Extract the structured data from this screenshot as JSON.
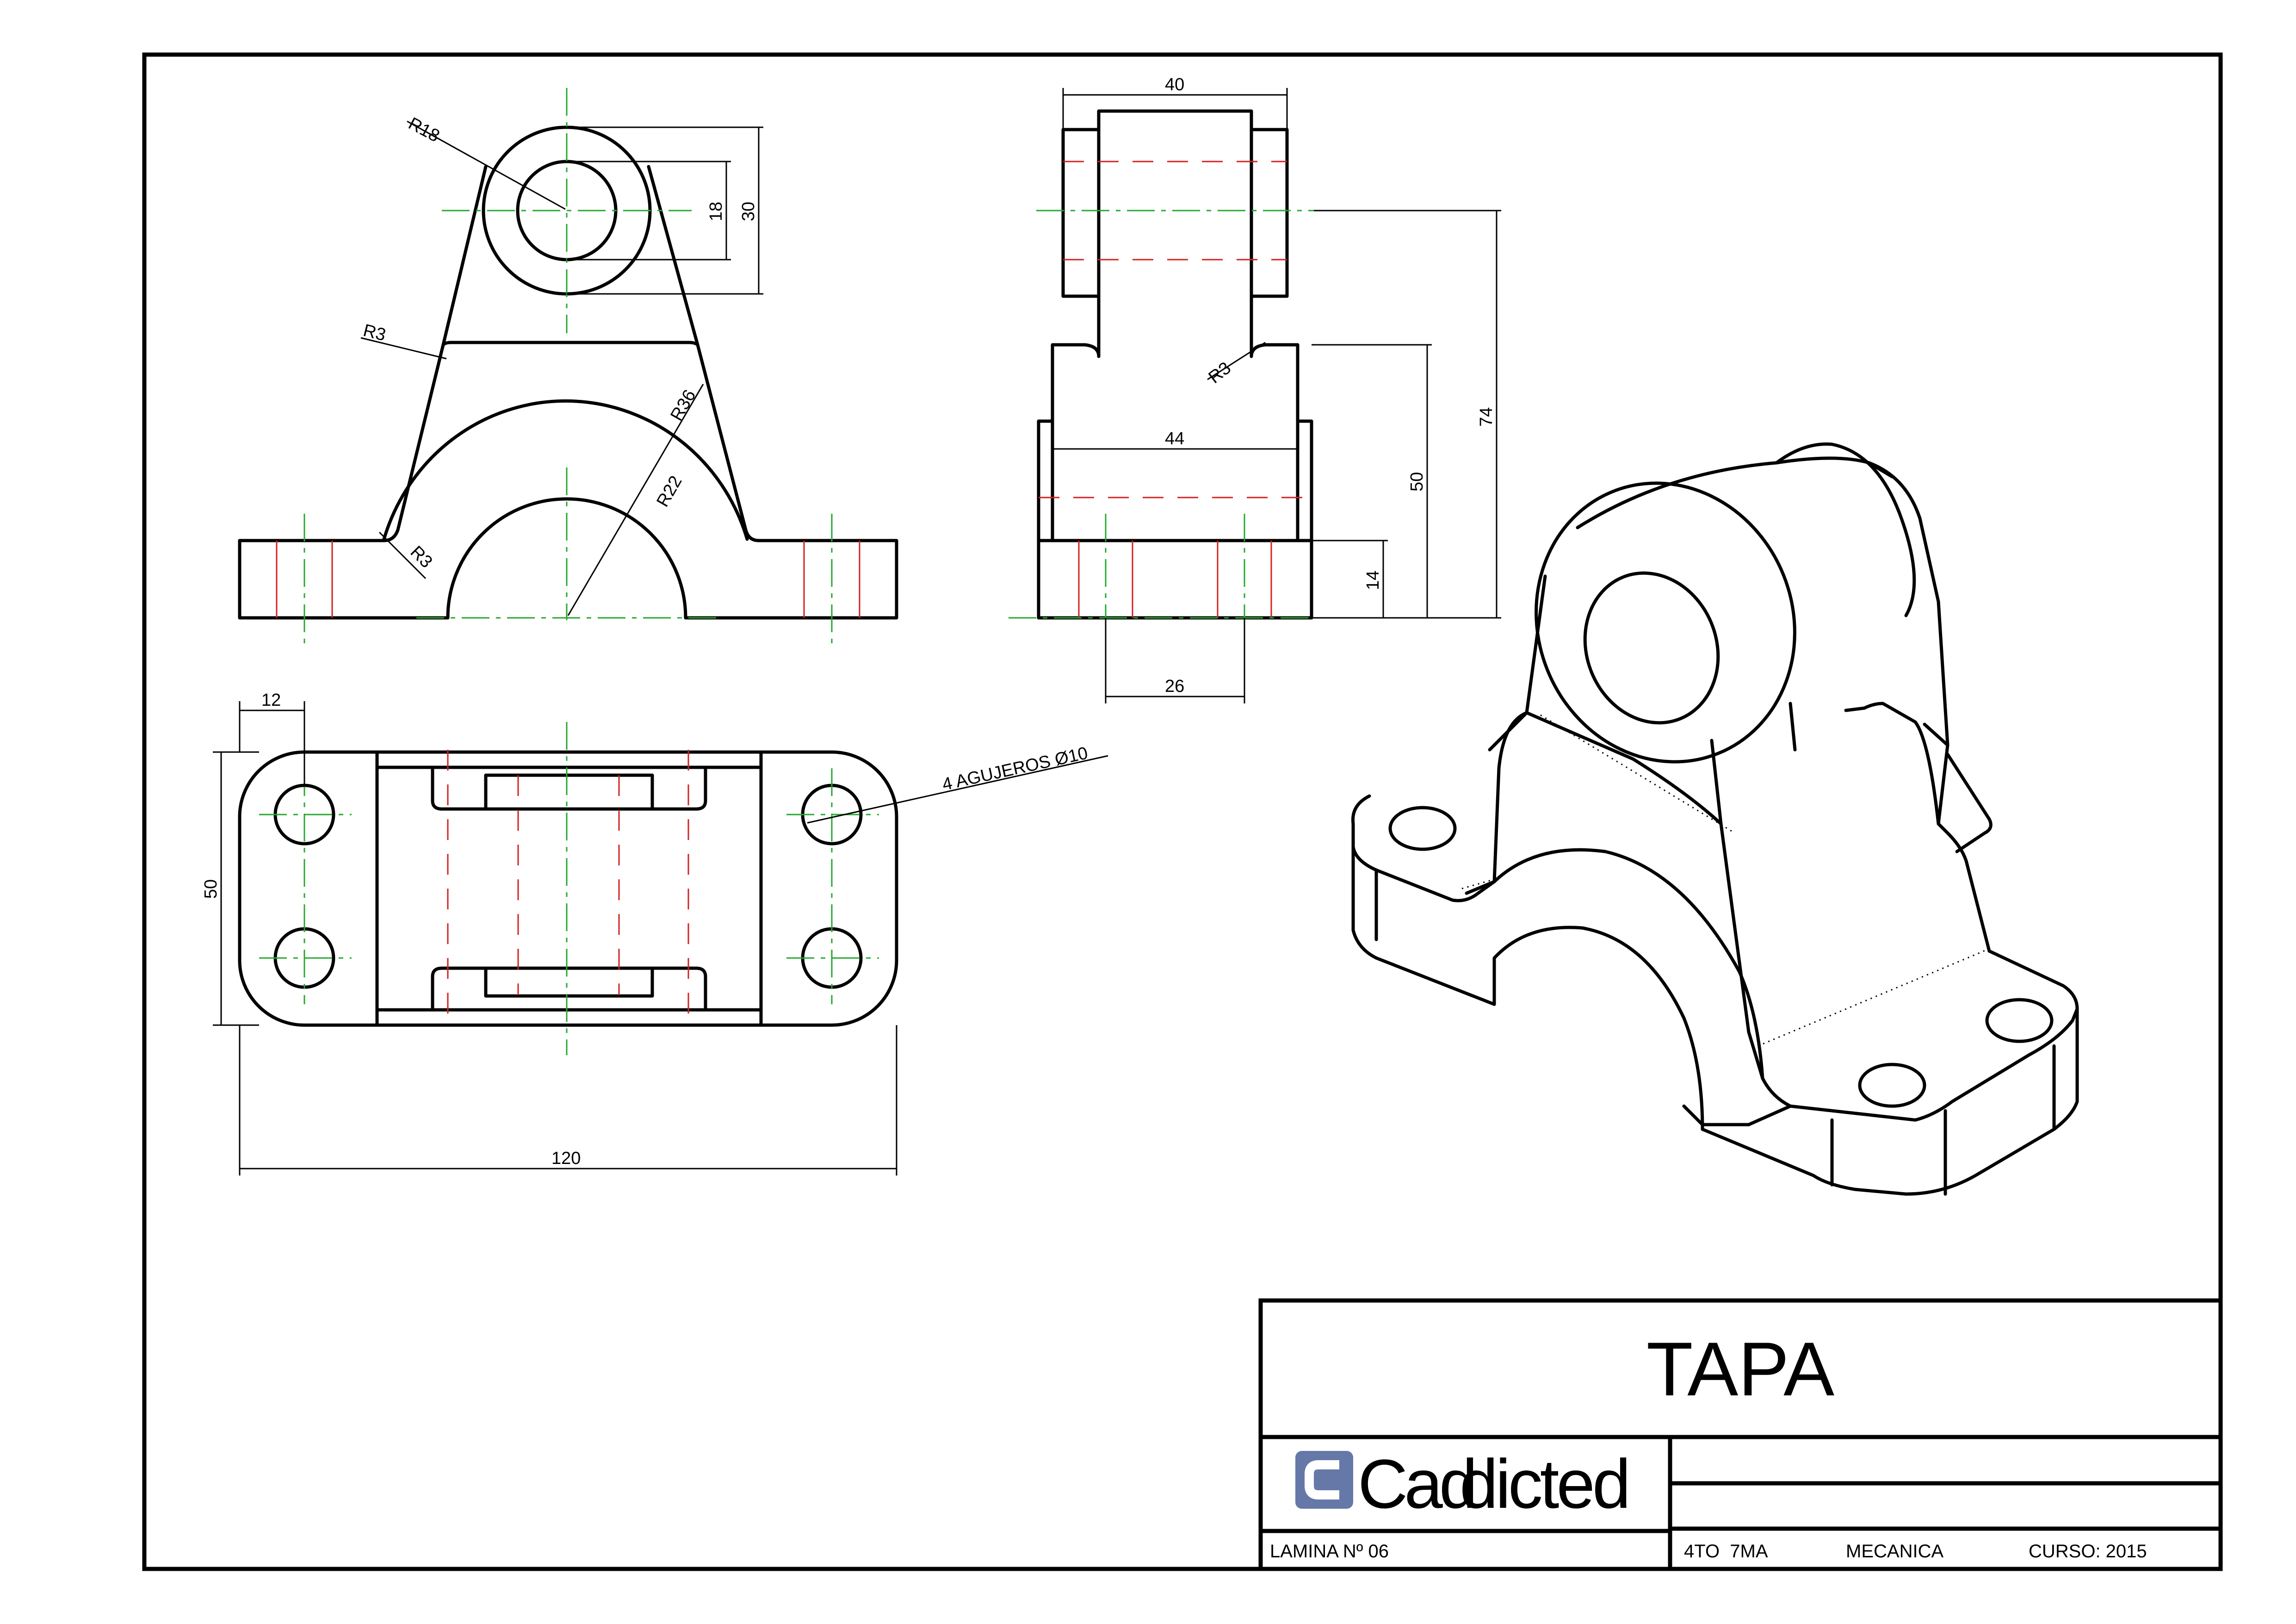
{
  "dimensions": {
    "r18": "R18",
    "d18": "18",
    "d30": "30",
    "r3_top": "R3",
    "r36": "R36",
    "r22": "R22",
    "r3_bottom": "R3",
    "d40": "40",
    "r3_side": "R3",
    "d44": "44",
    "d50_side": "50",
    "d74": "74",
    "d14": "14",
    "d26": "26",
    "d12": "12",
    "d50_plan": "50",
    "d120": "120",
    "holes_note": "4 AGUJEROS Ø10"
  },
  "title_block": {
    "title": "TAPA",
    "logo_cad": "Cad",
    "logo_dicted": "dicted",
    "lamina": "LAMINA Nº 06",
    "grade": "4TO  7MA",
    "subject": "MECANICA",
    "course": "CURSO: 2015"
  },
  "colors": {
    "object_line": "#000000",
    "center_line": "#25a82f",
    "hidden_line": "#d42020",
    "logo_light": "#6678a8",
    "logo_dark": "#1f2a4a"
  }
}
